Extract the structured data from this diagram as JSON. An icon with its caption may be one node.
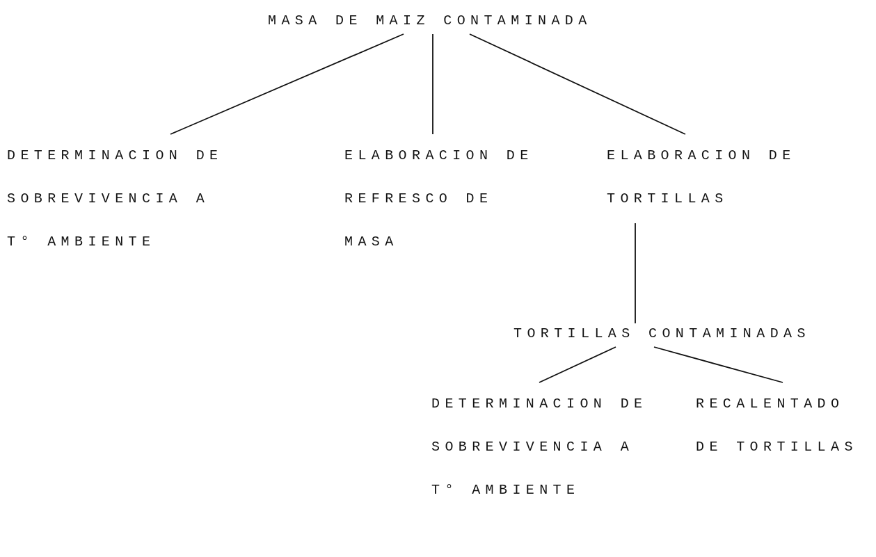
{
  "diagram": {
    "nodes": [
      {
        "text": [
          "MASA DE MAIZ CONTAMINADA"
        ]
      },
      {
        "text": [
          "DETERMINACION DE SOBREVIVENCIA A T° AMBIENTE"
        ]
      },
      {
        "text": [
          "ELABORACION DE REFRESCO DE MASA"
        ]
      },
      {
        "text": [
          "ELABORACION DE TORTILLAS"
        ]
      },
      {
        "text": [
          "TORTILLAS CONTAMINADAS"
        ]
      },
      {
        "text": [
          "DETERMINACION DE SOBREVIVENCIA A T° AMBIENTE"
        ]
      },
      {
        "text": [
          "RECALENTADO DE TORTILLAS"
        ]
      }
    ],
    "edges": [
      {
        "from": 0,
        "to": 1,
        "arrow": "none"
      },
      {
        "from": 0,
        "to": 2,
        "arrow": "none"
      },
      {
        "from": 0,
        "to": 3,
        "arrow": "none"
      },
      {
        "from": 3,
        "to": 4,
        "arrow": "none"
      },
      {
        "from": 4,
        "to": 5,
        "arrow": "none"
      },
      {
        "from": 4,
        "to": 6,
        "arrow": "none"
      }
    ]
  }
}
